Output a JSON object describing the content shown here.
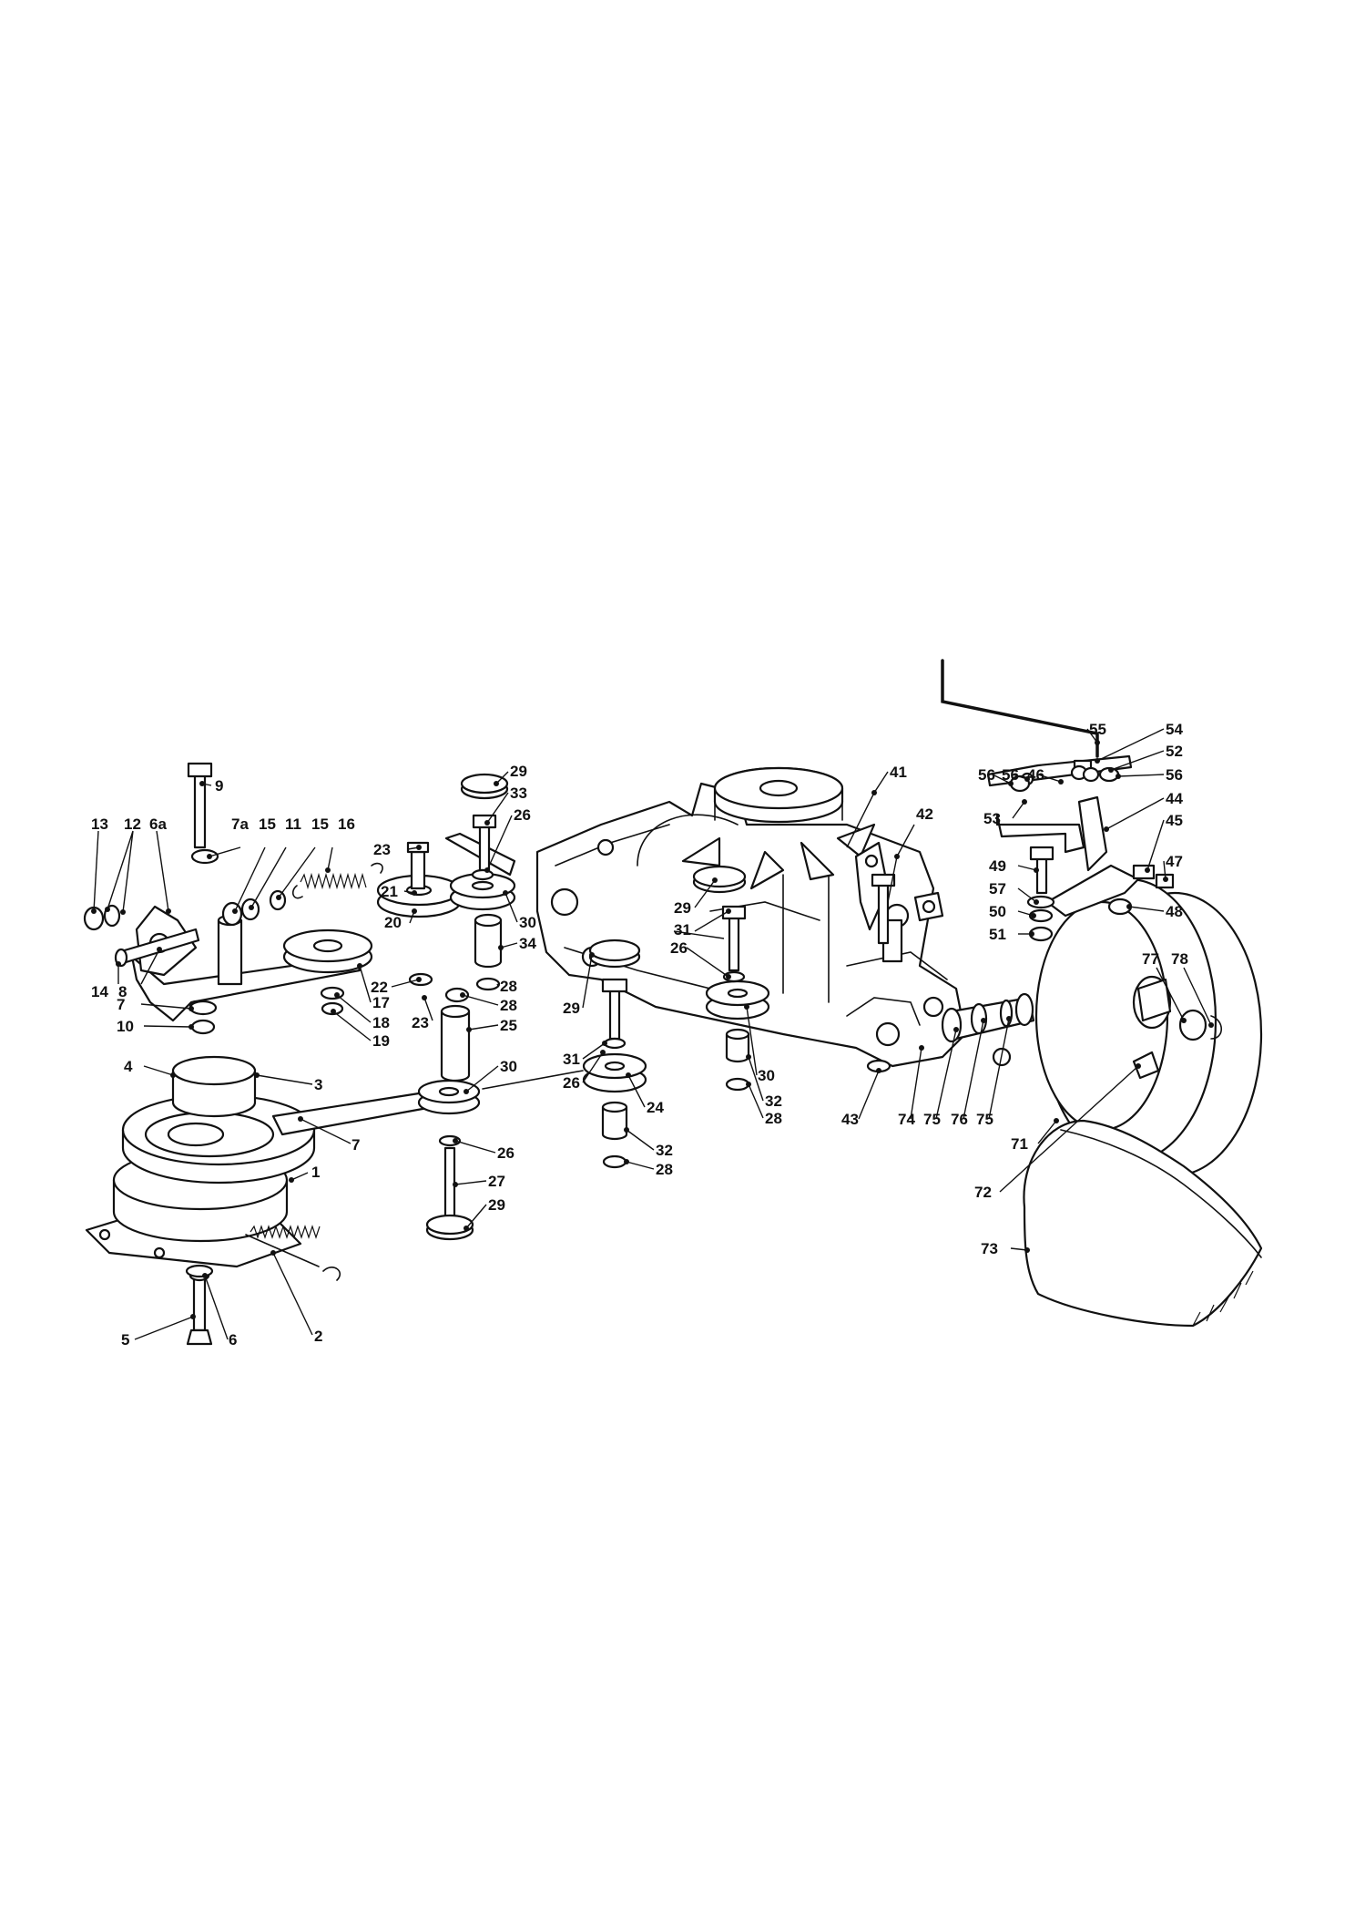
{
  "diagram": {
    "labels": [
      {
        "id": "l13",
        "text": "13"
      },
      {
        "id": "l12",
        "text": "12"
      },
      {
        "id": "l6a",
        "text": "6a"
      },
      {
        "id": "l9",
        "text": "9"
      },
      {
        "id": "l7a",
        "text": "7a"
      },
      {
        "id": "l15a",
        "text": "15"
      },
      {
        "id": "l11",
        "text": "11"
      },
      {
        "id": "l15b",
        "text": "15"
      },
      {
        "id": "l16",
        "text": "16"
      },
      {
        "id": "l14",
        "text": "14"
      },
      {
        "id": "l8",
        "text": "8"
      },
      {
        "id": "l7b",
        "text": "7"
      },
      {
        "id": "l10",
        "text": "10"
      },
      {
        "id": "l4",
        "text": "4"
      },
      {
        "id": "l3",
        "text": "3"
      },
      {
        "id": "l7c",
        "text": "7"
      },
      {
        "id": "l1",
        "text": "1"
      },
      {
        "id": "l5",
        "text": "5"
      },
      {
        "id": "l6",
        "text": "6"
      },
      {
        "id": "l2",
        "text": "2"
      },
      {
        "id": "l23a",
        "text": "23"
      },
      {
        "id": "l21",
        "text": "21"
      },
      {
        "id": "l20",
        "text": "20"
      },
      {
        "id": "l22",
        "text": "22"
      },
      {
        "id": "l17",
        "text": "17"
      },
      {
        "id": "l18",
        "text": "18"
      },
      {
        "id": "l19",
        "text": "19"
      },
      {
        "id": "l23b",
        "text": "23"
      },
      {
        "id": "l29a",
        "text": "29"
      },
      {
        "id": "l33",
        "text": "33"
      },
      {
        "id": "l26a",
        "text": "26"
      },
      {
        "id": "l30a",
        "text": "30"
      },
      {
        "id": "l34",
        "text": "34"
      },
      {
        "id": "l28a",
        "text": "28"
      },
      {
        "id": "l28b",
        "text": "28"
      },
      {
        "id": "l25",
        "text": "25"
      },
      {
        "id": "l30b",
        "text": "30"
      },
      {
        "id": "l26b",
        "text": "26"
      },
      {
        "id": "l27",
        "text": "27"
      },
      {
        "id": "l29b",
        "text": "29"
      },
      {
        "id": "l29c",
        "text": "29"
      },
      {
        "id": "l31a",
        "text": "31"
      },
      {
        "id": "l26c",
        "text": "26"
      },
      {
        "id": "l29d",
        "text": "29"
      },
      {
        "id": "l31b",
        "text": "31"
      },
      {
        "id": "l26d",
        "text": "26"
      },
      {
        "id": "l24",
        "text": "24"
      },
      {
        "id": "l32a",
        "text": "32"
      },
      {
        "id": "l28c",
        "text": "28"
      },
      {
        "id": "l30c",
        "text": "30"
      },
      {
        "id": "l32b",
        "text": "32"
      },
      {
        "id": "l28d",
        "text": "28"
      },
      {
        "id": "l41",
        "text": "41"
      },
      {
        "id": "l42",
        "text": "42"
      },
      {
        "id": "l43",
        "text": "43"
      },
      {
        "id": "l74",
        "text": "74"
      },
      {
        "id": "l75a",
        "text": "75"
      },
      {
        "id": "l76",
        "text": "76"
      },
      {
        "id": "l75b",
        "text": "75"
      },
      {
        "id": "l55",
        "text": "55"
      },
      {
        "id": "l54",
        "text": "54"
      },
      {
        "id": "l52",
        "text": "52"
      },
      {
        "id": "l56a",
        "text": "56"
      },
      {
        "id": "l56b",
        "text": "56"
      },
      {
        "id": "l46",
        "text": "46"
      },
      {
        "id": "l56c",
        "text": "56"
      },
      {
        "id": "l44",
        "text": "44"
      },
      {
        "id": "l45",
        "text": "45"
      },
      {
        "id": "l53",
        "text": "53"
      },
      {
        "id": "l47",
        "text": "47"
      },
      {
        "id": "l49",
        "text": "49"
      },
      {
        "id": "l57",
        "text": "57"
      },
      {
        "id": "l50",
        "text": "50"
      },
      {
        "id": "l48",
        "text": "48"
      },
      {
        "id": "l51",
        "text": "51"
      },
      {
        "id": "l77",
        "text": "77"
      },
      {
        "id": "l78",
        "text": "78"
      },
      {
        "id": "l71",
        "text": "71"
      },
      {
        "id": "l72",
        "text": "72"
      },
      {
        "id": "l73",
        "text": "73"
      }
    ]
  }
}
